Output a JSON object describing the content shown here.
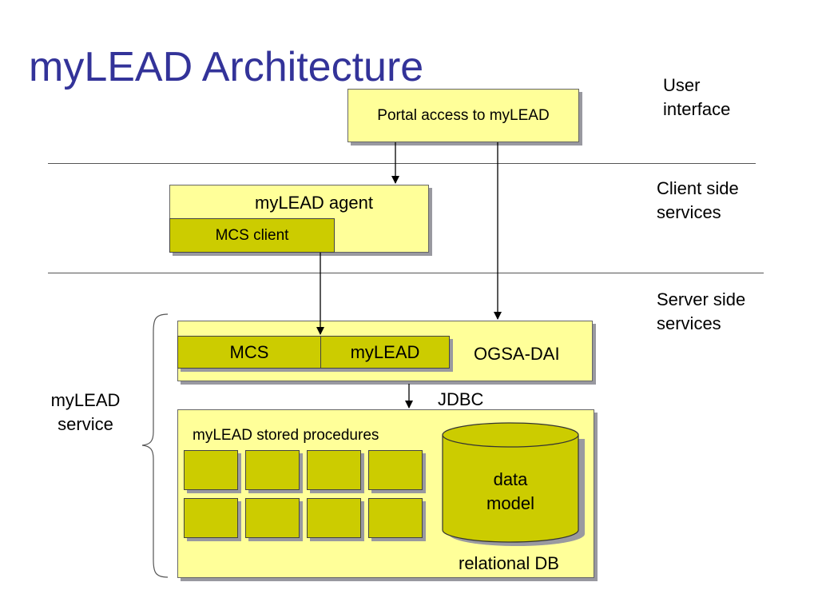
{
  "title": "myLEAD Architecture",
  "layers": {
    "user_interface": "User\ninterface",
    "client_side": "Client side\nservices",
    "server_side": "Server side\nservices"
  },
  "portal": {
    "label": "Portal access to myLEAD"
  },
  "agent": {
    "label": "myLEAD agent",
    "client_label": "MCS client"
  },
  "ogsa": {
    "label": "OGSA-DAI",
    "mcs_label": "MCS",
    "mylead_label": "myLEAD"
  },
  "jdbc_label": "JDBC",
  "service_label": "myLEAD\nservice",
  "db": {
    "procedures_label": "myLEAD stored procedures",
    "data_model_label": "data\nmodel",
    "relational_label": "relational DB"
  },
  "colors": {
    "title": "#333399",
    "box_fill": "#ffff99",
    "dark_fill": "#cccc00"
  }
}
